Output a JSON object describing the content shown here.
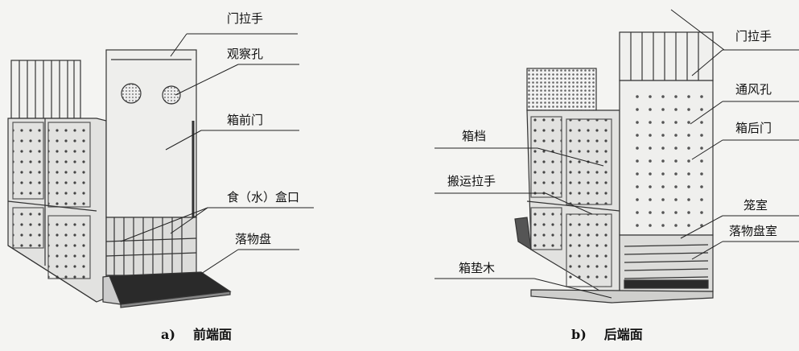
{
  "figure_a": {
    "labels": {
      "door_handle": "门拉手",
      "observation_hole": "观察孔",
      "front_door": "箱前门",
      "food_water_opening": "食（水）盒口",
      "drop_tray": "落物盘"
    },
    "caption": {
      "letter": "a)",
      "text": "前端面"
    }
  },
  "figure_b": {
    "labels": {
      "door_handle": "门拉手",
      "vent_hole": "通风孔",
      "rear_door": "箱后门",
      "crossbar": "箱档",
      "carry_handle": "搬运拉手",
      "cage_room": "笼室",
      "drop_tray_room": "落物盘室",
      "base_wood": "箱垫木"
    },
    "caption": {
      "letter": "b)",
      "text": "后端面"
    }
  },
  "colors": {
    "line": "#333333",
    "panel": "#e8e8e6",
    "shade": "#d2d2d0",
    "dark": "#2a2a2a"
  }
}
